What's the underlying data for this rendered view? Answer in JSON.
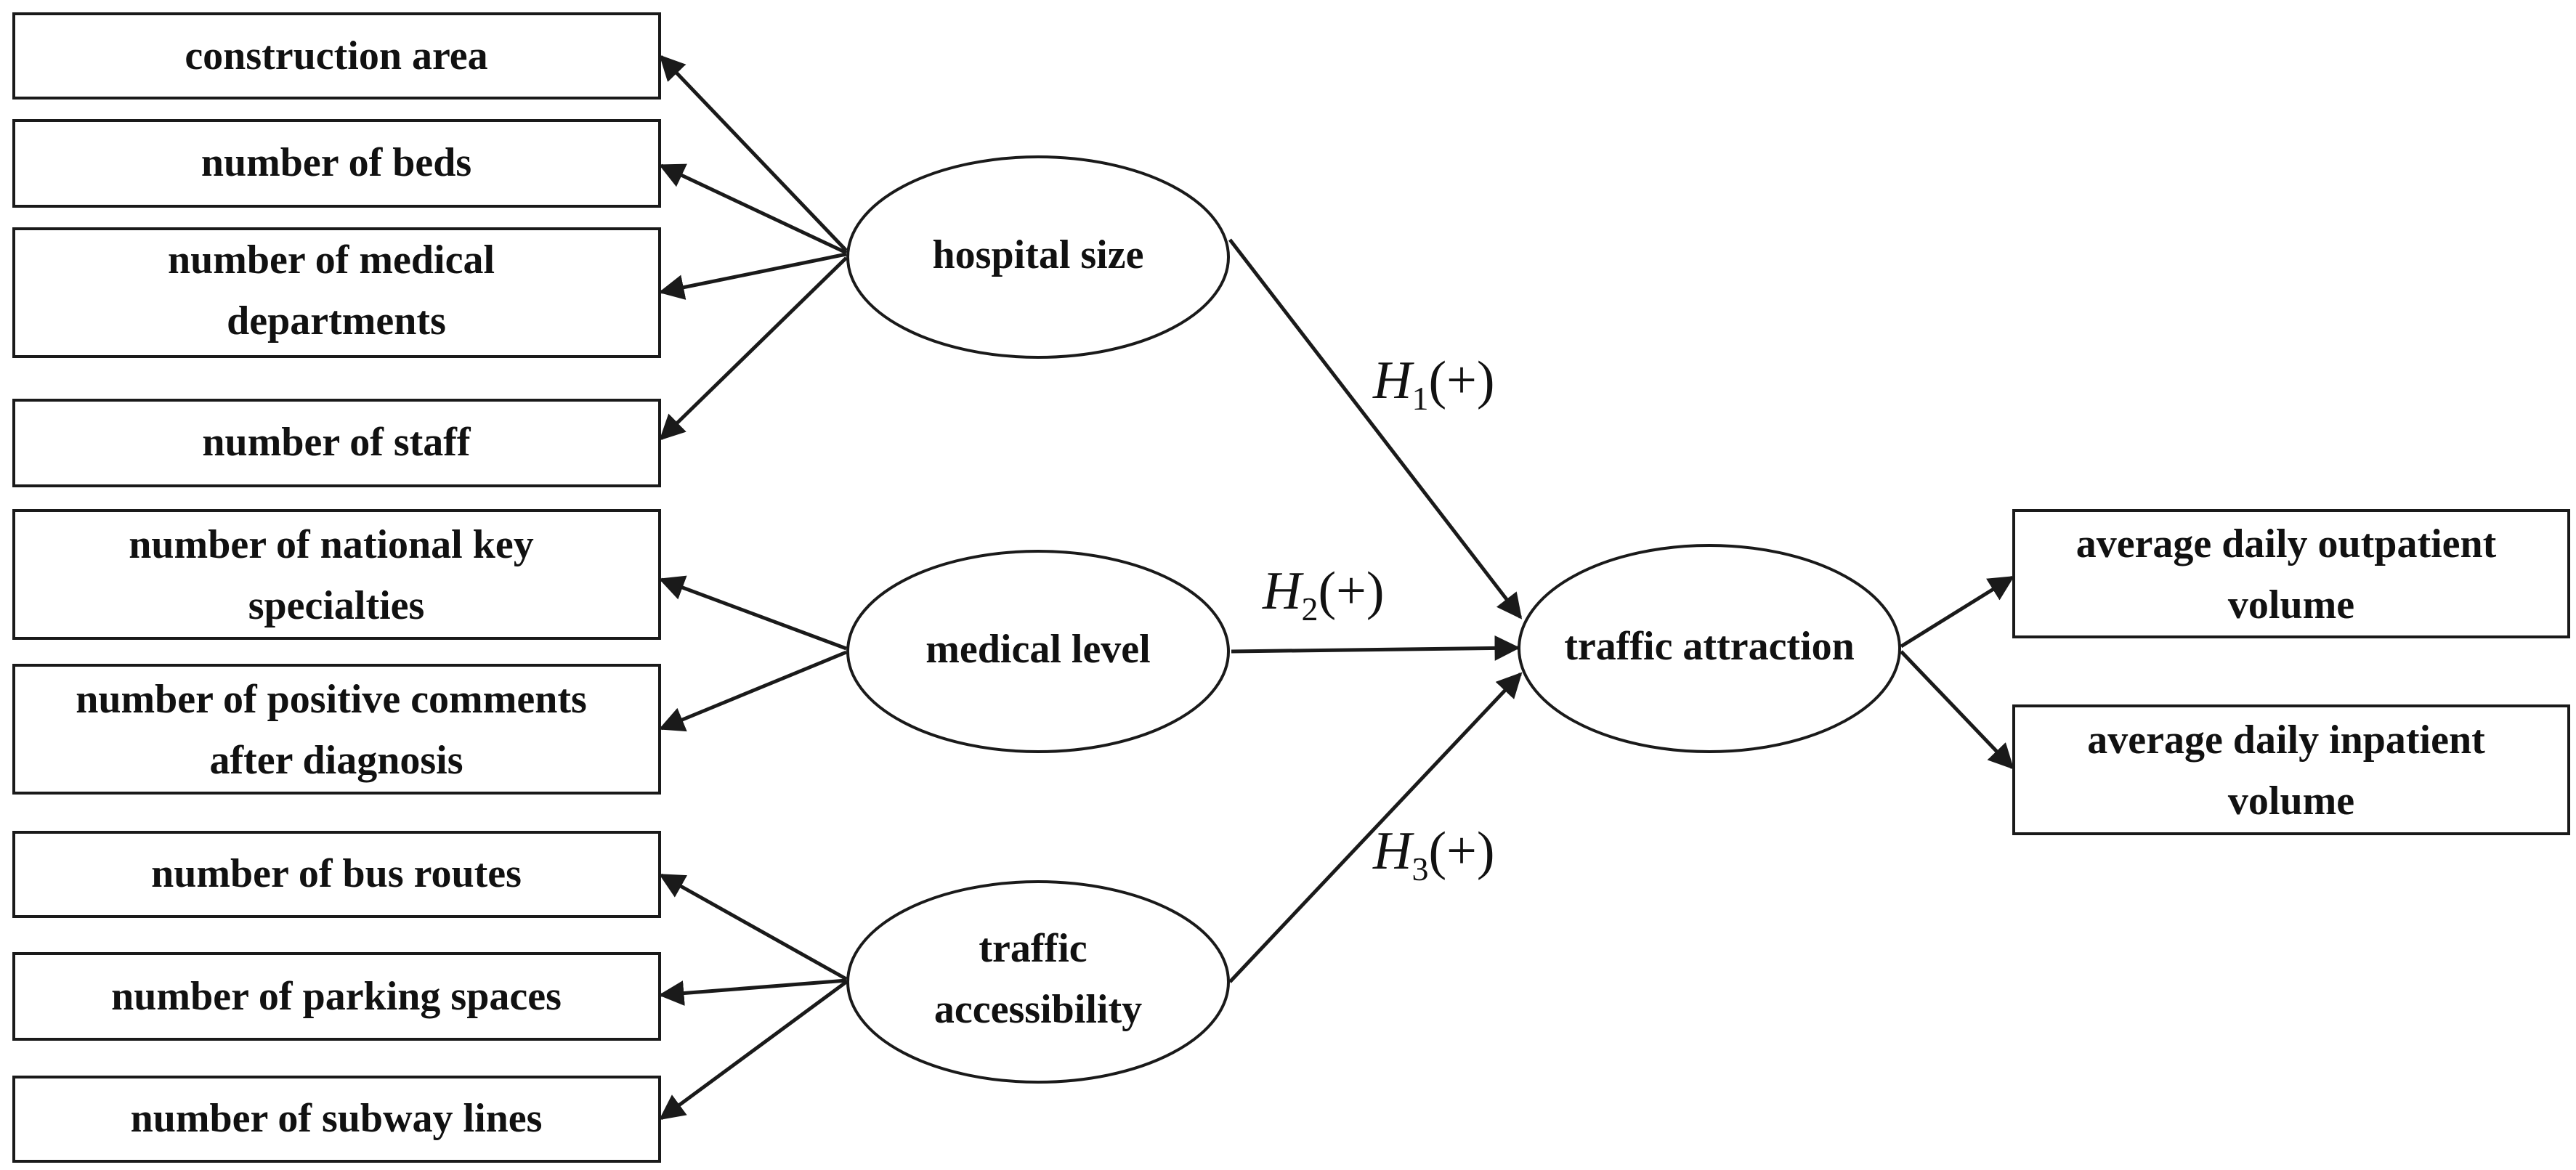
{
  "indicators": {
    "construction_area": [
      "construction area"
    ],
    "number_of_beds": [
      "number of beds"
    ],
    "number_of_medical_departments": [
      "number of medical",
      "departments"
    ],
    "number_of_staff": [
      "number of staff"
    ],
    "national_key_specialties": [
      "number of national key",
      "specialties"
    ],
    "positive_comments": [
      "number of positive comments",
      "after diagnosis"
    ],
    "bus_routes": [
      "number of bus routes"
    ],
    "parking_spaces": [
      "number of parking spaces"
    ],
    "subway_lines": [
      "number of subway lines"
    ],
    "outpatient_volume": [
      "average daily outpatient",
      "volume"
    ],
    "inpatient_volume": [
      "average daily inpatient",
      "volume"
    ]
  },
  "constructs": {
    "hospital_size": [
      "hospital size"
    ],
    "medical_level": [
      "medical level"
    ],
    "traffic_accessibility": [
      "traffic",
      "accessibility"
    ],
    "traffic_attraction": [
      "traffic attraction"
    ]
  },
  "hypotheses": {
    "h1": {
      "letter": "H",
      "index": "1",
      "sign": "(+)"
    },
    "h2": {
      "letter": "H",
      "index": "2",
      "sign": "(+)"
    },
    "h3": {
      "letter": "H",
      "index": "3",
      "sign": "(+)"
    }
  }
}
